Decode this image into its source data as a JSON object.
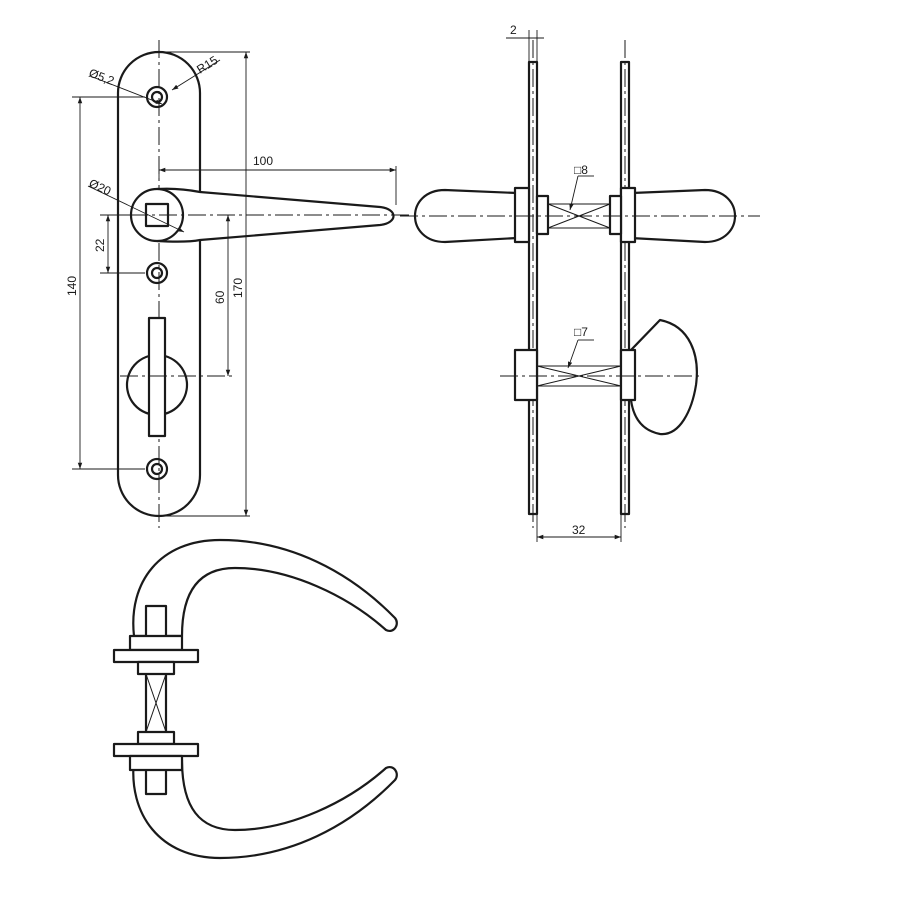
{
  "dimensions": {
    "hole_diameter": "Ø5,2",
    "plate_radius": "R15",
    "lever_length": "100",
    "boss_diameter": "Ø20",
    "spindle_to_small_hole": "22",
    "total_hole_spacing": "140",
    "spindle_to_lock": "60",
    "plate_height": "170",
    "plate_thickness": "2",
    "square_spindle_main": "□8",
    "square_spindle_lock": "□7",
    "door_thickness": "32"
  },
  "colors": {
    "line": "#1a1a1a",
    "background": "#ffffff"
  }
}
